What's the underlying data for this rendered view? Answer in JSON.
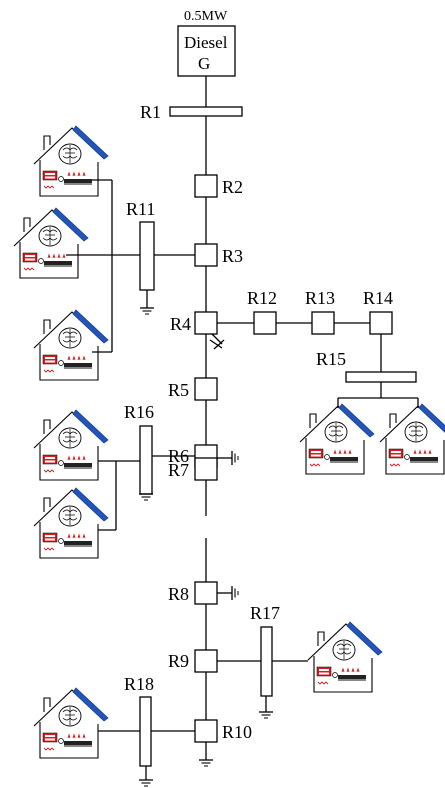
{
  "generator": {
    "rating": "0.5MW",
    "line1": "Diesel",
    "line2": "G"
  },
  "nodes": [
    {
      "id": "R1",
      "label": "R1",
      "kind": "bus"
    },
    {
      "id": "R2",
      "label": "R2",
      "kind": "node"
    },
    {
      "id": "R3",
      "label": "R3",
      "kind": "node"
    },
    {
      "id": "R4",
      "label": "R4",
      "kind": "node"
    },
    {
      "id": "R5",
      "label": "R5",
      "kind": "node"
    },
    {
      "id": "R6",
      "label": "R6",
      "kind": "node"
    },
    {
      "id": "R7",
      "label": "R7",
      "kind": "node"
    },
    {
      "id": "R8",
      "label": "R8",
      "kind": "node"
    },
    {
      "id": "R9",
      "label": "R9",
      "kind": "node"
    },
    {
      "id": "R10",
      "label": "R10",
      "kind": "node"
    },
    {
      "id": "R11",
      "label": "R11",
      "kind": "bus"
    },
    {
      "id": "R12",
      "label": "R12",
      "kind": "node"
    },
    {
      "id": "R13",
      "label": "R13",
      "kind": "node"
    },
    {
      "id": "R14",
      "label": "R14",
      "kind": "node"
    },
    {
      "id": "R15",
      "label": "R15",
      "kind": "bus"
    },
    {
      "id": "R16",
      "label": "R16",
      "kind": "bus"
    },
    {
      "id": "R17",
      "label": "R17",
      "kind": "bus"
    },
    {
      "id": "R18",
      "label": "R18",
      "kind": "bus"
    }
  ],
  "house_icon": "house-with-solar-panel-icon"
}
